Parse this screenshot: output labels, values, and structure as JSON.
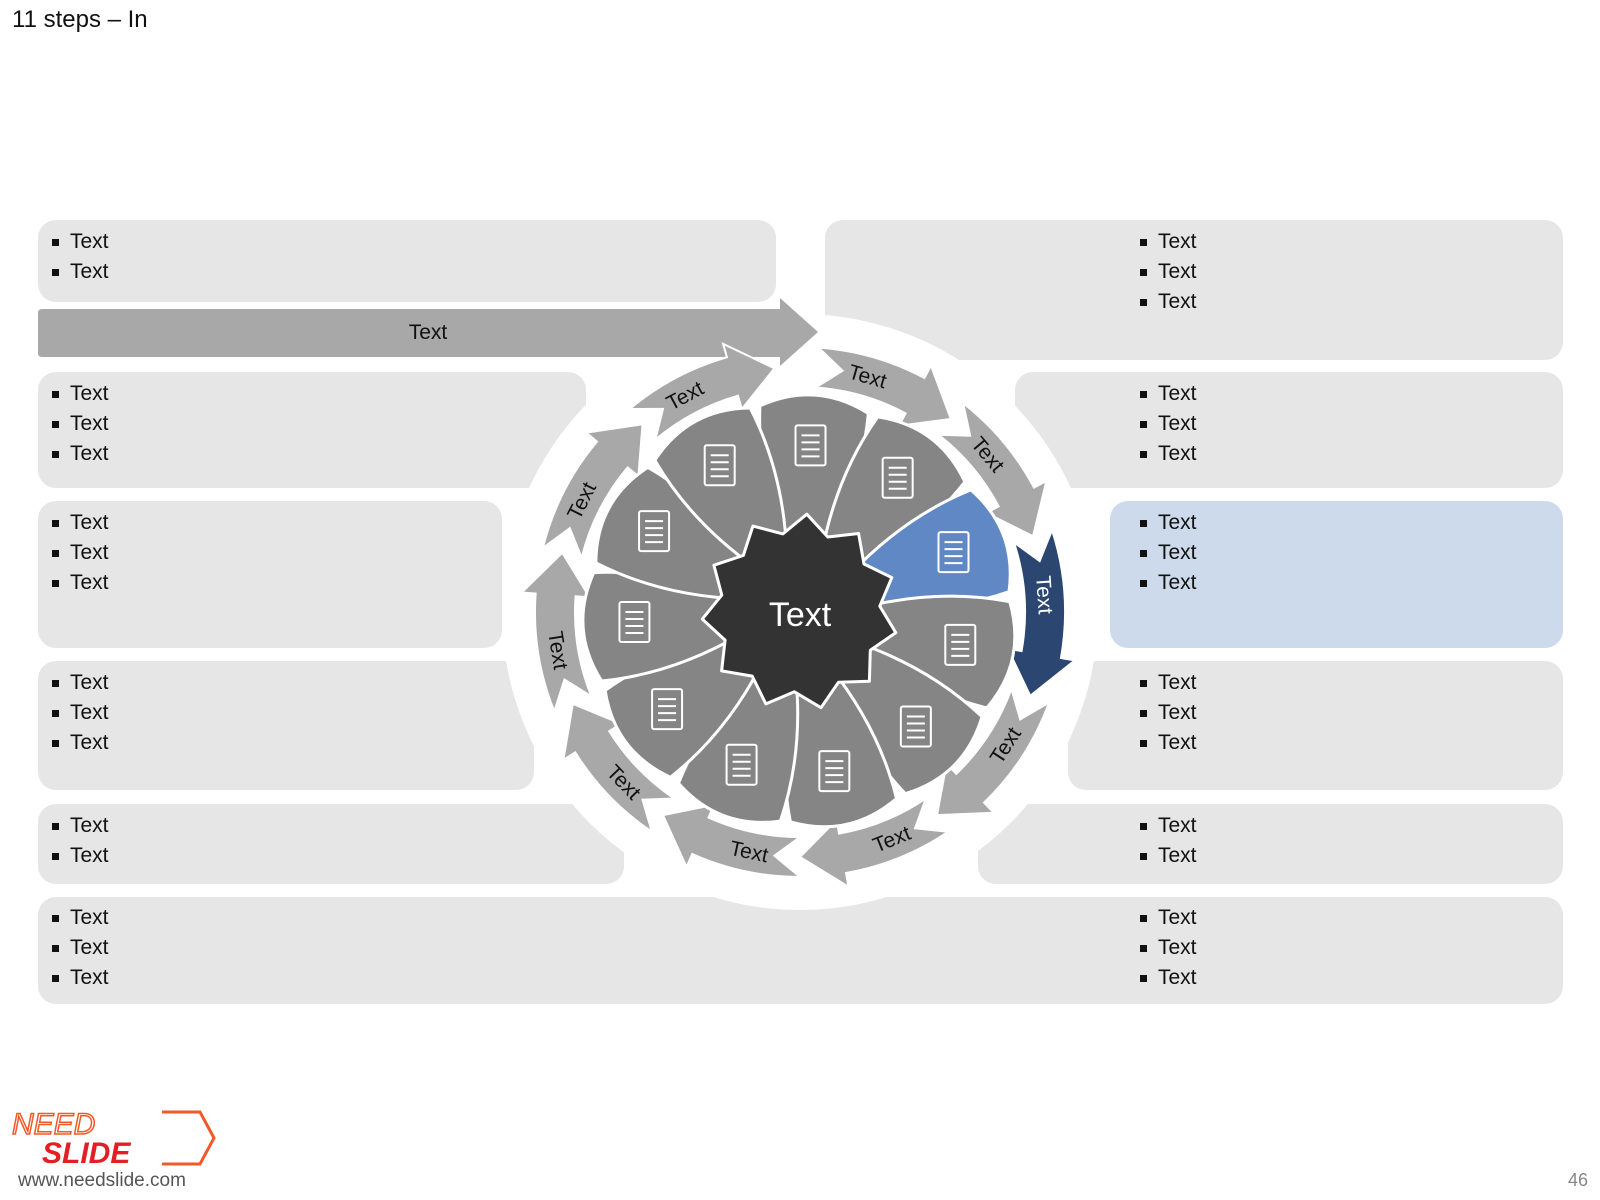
{
  "slide": {
    "title": "11 steps – In",
    "page_number": "46",
    "website": "www.needslide.com",
    "logo_text": "NEED SLIDE"
  },
  "center_label": "Text",
  "entry_bar_label": "Text",
  "arrow_labels": [
    "Text",
    "Text",
    "Text",
    "Text",
    "Text",
    "Text",
    "Text",
    "Text",
    "Text",
    "Text"
  ],
  "left_panels": [
    {
      "bullets": [
        "Text",
        "Text"
      ]
    },
    {
      "bullets": [
        "Text",
        "Text",
        "Text"
      ]
    },
    {
      "bullets": [
        "Text",
        "Text",
        "Text"
      ]
    },
    {
      "bullets": [
        "Text",
        "Text",
        "Text"
      ]
    },
    {
      "bullets": [
        "Text",
        "Text"
      ]
    },
    {
      "bullets": [
        "Text",
        "Text",
        "Text"
      ]
    }
  ],
  "right_panels": [
    {
      "bullets": [
        "Text",
        "Text",
        "Text"
      ]
    },
    {
      "bullets": [
        "Text",
        "Text",
        "Text"
      ]
    },
    {
      "bullets": [
        "Text",
        "Text",
        "Text"
      ],
      "highlighted": true
    },
    {
      "bullets": [
        "Text",
        "Text",
        "Text"
      ]
    },
    {
      "bullets": [
        "Text",
        "Text"
      ]
    },
    {
      "bullets": [
        "Text",
        "Text",
        "Text"
      ]
    }
  ],
  "petal_icons": [
    "certificate-icon",
    "stopwatch-document-icon",
    "checklist-document-icon",
    "chart-document-icon",
    "multi-document-icon",
    "line-chart-icon",
    "checklist-download-icon",
    "stacked-documents-icon",
    "pie-chart-document-icon",
    "calculator-icon",
    "document-upload-icon"
  ],
  "colors": {
    "panel": "#e6e6e6",
    "panel_highlight": "#ccdaec",
    "arrow": "#a8a8a8",
    "arrow_highlight": "#2b4670",
    "petal": "#858585",
    "petal_highlight": "#5f88c4",
    "center": "#333333",
    "logo_orange": "#f05a28",
    "logo_red": "#e31e24"
  }
}
